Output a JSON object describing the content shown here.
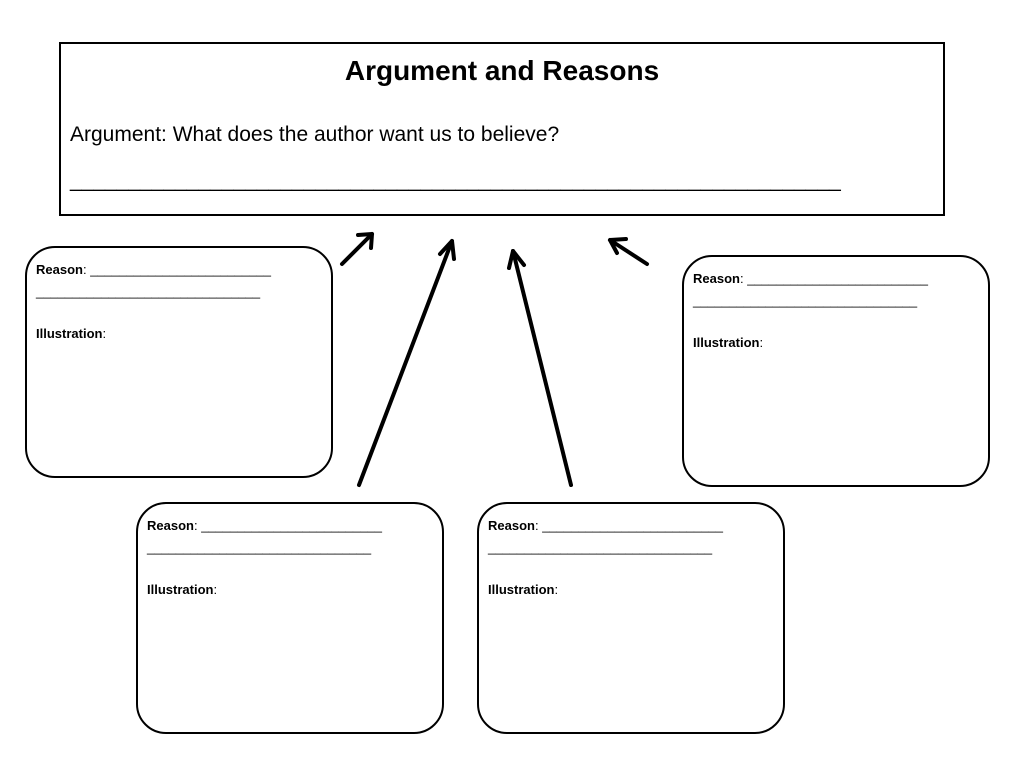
{
  "argument_box": {
    "title": "Argument and Reasons",
    "prompt": "Argument:  What does the author want us to believe?",
    "blank": "__________________________________________________________________"
  },
  "reason_cards": [
    {
      "reason_label": "Reason",
      "colon": ":",
      "blank_1": " _________________________",
      "blank_2": "_______________________________",
      "illustration_label": "Illustration",
      "illustration_colon": ":"
    },
    {
      "reason_label": "Reason",
      "colon": ":",
      "blank_1": " _________________________",
      "blank_2": "_______________________________",
      "illustration_label": "Illustration",
      "illustration_colon": ":"
    },
    {
      "reason_label": "Reason",
      "colon": ":",
      "blank_1": " _________________________",
      "blank_2": "_______________________________",
      "illustration_label": "Illustration",
      "illustration_colon": ":"
    },
    {
      "reason_label": "Reason",
      "colon": ":",
      "blank_1": " _________________________",
      "blank_2": "_______________________________",
      "illustration_label": "Illustration",
      "illustration_colon": ":"
    }
  ],
  "colors": {
    "stroke": "#000000",
    "background": "#ffffff"
  }
}
